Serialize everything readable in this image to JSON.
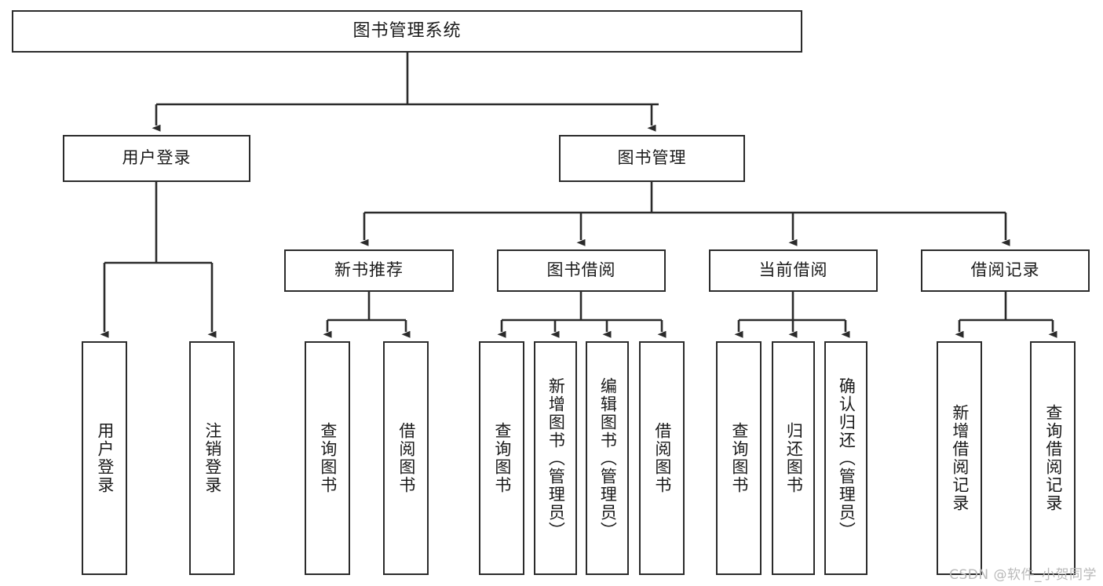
{
  "diagram": {
    "type": "tree-hierarchy",
    "title": "图书管理系统",
    "root": {
      "label": "图书管理系统"
    },
    "tier2": [
      {
        "label": "用户登录"
      },
      {
        "label": "图书管理"
      }
    ],
    "tier3": [
      {
        "label": "新书推荐"
      },
      {
        "label": "图书借阅"
      },
      {
        "label": "当前借阅"
      },
      {
        "label": "借阅记录"
      }
    ],
    "leaves": {
      "user_login": [
        {
          "label": "用户登录"
        },
        {
          "label": "注销登录"
        }
      ],
      "new_book_recommend": [
        {
          "label": "查询图书"
        },
        {
          "label": "借阅图书"
        }
      ],
      "book_borrow": [
        {
          "label": "查询图书"
        },
        {
          "label": "新增图书（管理员）"
        },
        {
          "label": "编辑图书（管理员）"
        },
        {
          "label": "借阅图书"
        }
      ],
      "current_borrow": [
        {
          "label": "查询图书"
        },
        {
          "label": "归还图书"
        },
        {
          "label": "确认归还（管理员）"
        }
      ],
      "borrow_record": [
        {
          "label": "新增借阅记录"
        },
        {
          "label": "查询借阅记录"
        }
      ]
    }
  },
  "watermark": {
    "text": "CSDN @软件_小贺同学"
  },
  "colors": {
    "box_border": "#2b2b2b",
    "box_fill": "#ffffff",
    "text": "#1a1a1a",
    "line": "#2b2b2b",
    "watermark": "#b9b9b9",
    "background": "#ffffff"
  }
}
